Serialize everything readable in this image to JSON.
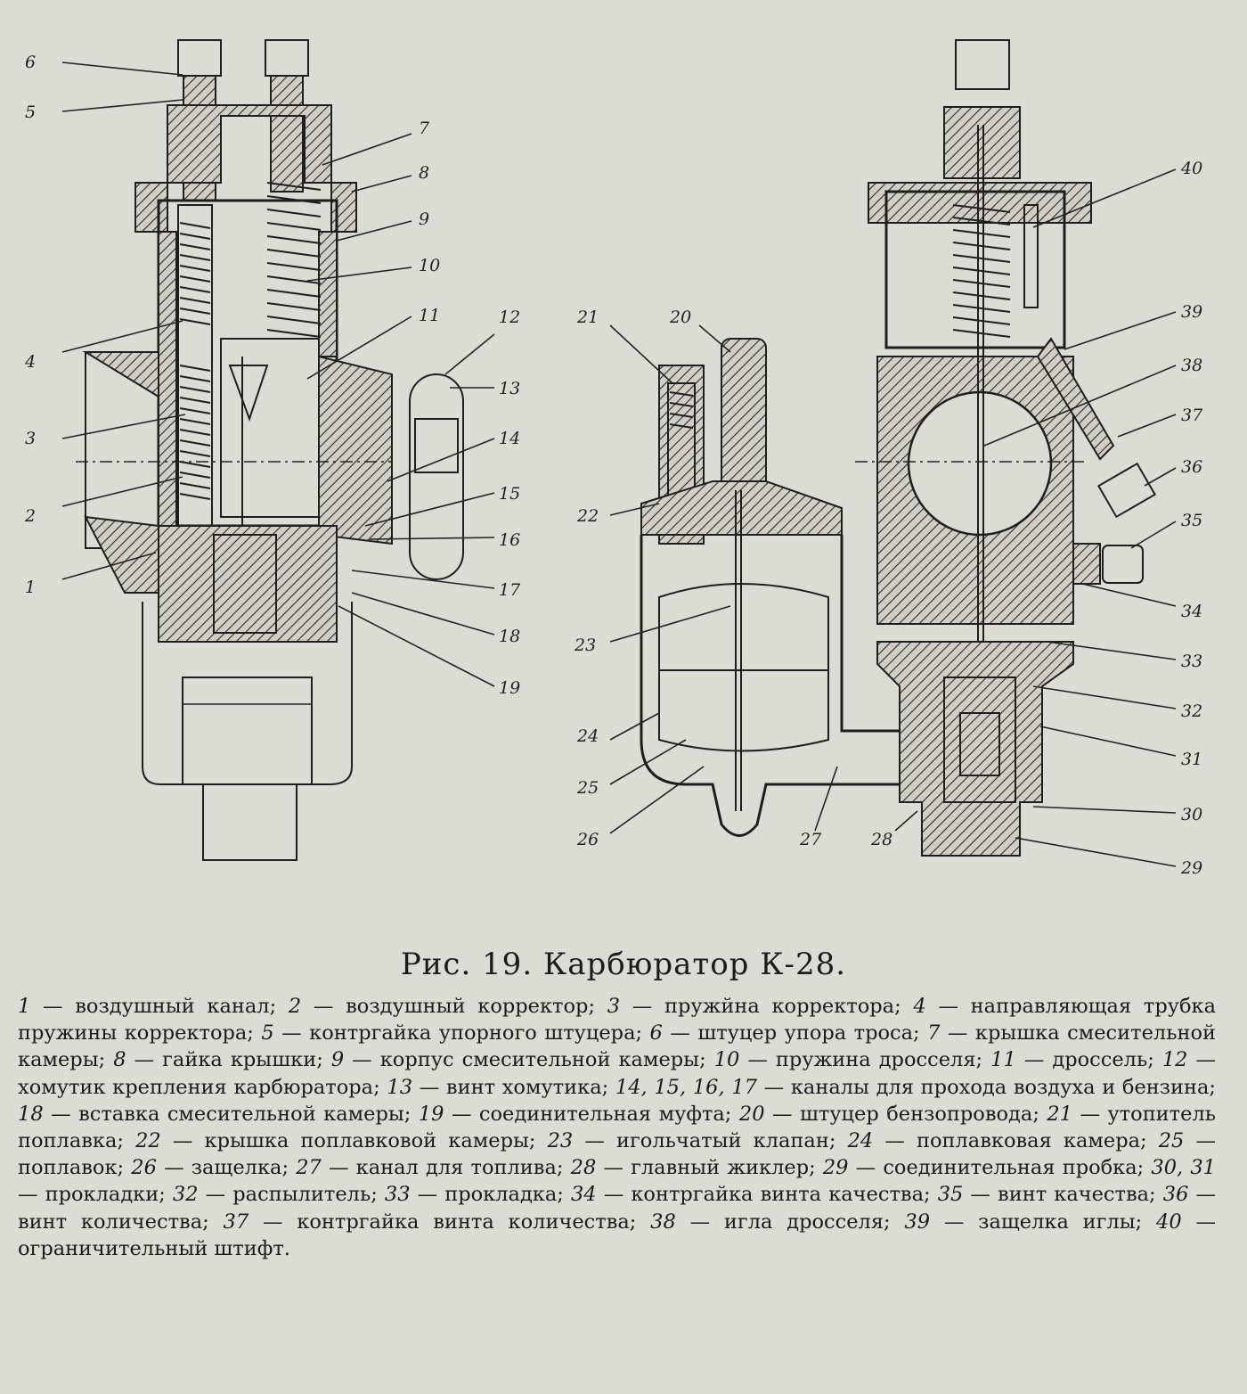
{
  "figure": {
    "caption": "Рис. 19. Карбюратор К-28.",
    "callouts_left": [
      "6",
      "5",
      "7",
      "8",
      "9",
      "10",
      "11",
      "12",
      "13",
      "14",
      "15",
      "16",
      "17",
      "18",
      "19",
      "4",
      "3",
      "2",
      "1"
    ],
    "callouts_middle": [
      "21",
      "20",
      "22",
      "23",
      "24",
      "25",
      "26",
      "27",
      "28"
    ],
    "callouts_right": [
      "40",
      "39",
      "38",
      "37",
      "36",
      "35",
      "34",
      "33",
      "32",
      "31",
      "30",
      "29"
    ]
  },
  "legend": [
    {
      "num": "1",
      "text": "воздушный канал"
    },
    {
      "num": "2",
      "text": "воздушный корректор"
    },
    {
      "num": "3",
      "text": "пружйна корректора"
    },
    {
      "num": "4",
      "text": "направляющая трубка пружины корректора"
    },
    {
      "num": "5",
      "text": "контргайка упорного штуцера"
    },
    {
      "num": "6",
      "text": "штуцер упора троса"
    },
    {
      "num": "7",
      "text": "крышка смесительной камеры"
    },
    {
      "num": "8",
      "text": "гайка крышки"
    },
    {
      "num": "9",
      "text": "корпус смесительной камеры"
    },
    {
      "num": "10",
      "text": "пружина дросселя"
    },
    {
      "num": "11",
      "text": "дроссель"
    },
    {
      "num": "12",
      "text": "хомутик крепления карбюратора"
    },
    {
      "num": "13",
      "text": "винт хомутика"
    },
    {
      "num": "14, 15, 16, 17",
      "text": "каналы для прохода воздуха и бензина"
    },
    {
      "num": "18",
      "text": "вставка смесительной камеры"
    },
    {
      "num": "19",
      "text": "соединительная муфта"
    },
    {
      "num": "20",
      "text": "штуцер бензопровода"
    },
    {
      "num": "21",
      "text": "утопитель поплавка"
    },
    {
      "num": "22",
      "text": "крышка поплавковой камеры"
    },
    {
      "num": "23",
      "text": "игольчатый клапан"
    },
    {
      "num": "24",
      "text": "поплавковая камера"
    },
    {
      "num": "25",
      "text": "поплавок"
    },
    {
      "num": "26",
      "text": "защелка"
    },
    {
      "num": "27",
      "text": "канал для топлива"
    },
    {
      "num": "28",
      "text": "главный жиклер"
    },
    {
      "num": "29",
      "text": "соединительная пробка"
    },
    {
      "num": "30, 31",
      "text": "прокладки"
    },
    {
      "num": "32",
      "text": "распылитель"
    },
    {
      "num": "33",
      "text": "прокладка"
    },
    {
      "num": "34",
      "text": "контргайка винта качества"
    },
    {
      "num": "35",
      "text": "винт качества"
    },
    {
      "num": "36",
      "text": "винт количества"
    },
    {
      "num": "37",
      "text": "контргайка винта количества"
    },
    {
      "num": "38",
      "text": "игла дросселя"
    },
    {
      "num": "39",
      "text": "защелка иглы"
    },
    {
      "num": "40",
      "text": "ограничительный штифт"
    }
  ]
}
